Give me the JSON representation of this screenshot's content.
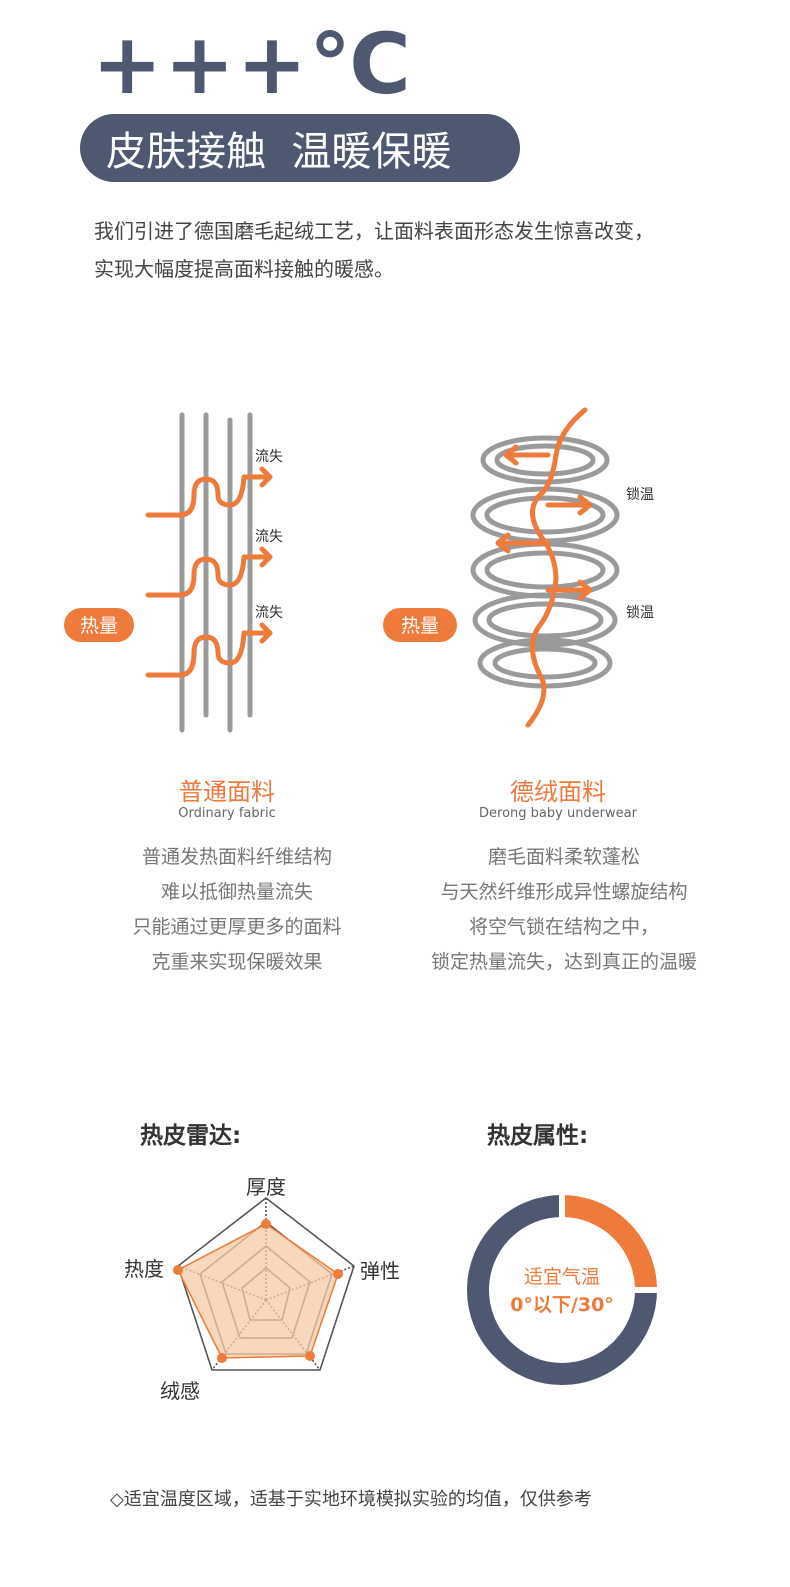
{
  "header": {
    "symbol": "+++℃",
    "title": "皮肤接触  温暖保暖"
  },
  "intro": {
    "line1": "我们引进了德国磨毛起绒工艺，让面料表面形态发生惊喜改变，",
    "line2": "实现大幅度提高面料接触的暖感。"
  },
  "left_diagram": {
    "heat_label": "热量",
    "loss_label_1": "流失",
    "loss_label_2": "流失",
    "loss_label_3": "流失"
  },
  "right_diagram": {
    "heat_label": "热量",
    "lock_label_1": "锁温",
    "lock_label_2": "锁温"
  },
  "fabrics": {
    "ordinary": {
      "title": "普通面料",
      "subtitle": "Ordinary fabric",
      "desc": [
        "普通发热面料纤维结构",
        "难以抵御热量流失",
        "只能通过更厚更多的面料",
        "克重来实现保暖效果"
      ]
    },
    "derong": {
      "title": "德绒面料",
      "subtitle": "Derong baby underwear",
      "desc": [
        "磨毛面料柔软蓬松",
        "与天然纤维形成异性螺旋结构",
        "将空气锁在结构之中，",
        "锁定热量流失，达到真正的温暖"
      ]
    }
  },
  "radar": {
    "title": "热皮雷达:",
    "axes": [
      "厚度",
      "弹性",
      "绒感",
      "热度"
    ],
    "colors": {
      "accent": "#ee7a3b",
      "fill": "#f6c9a7",
      "grid": "#555555"
    }
  },
  "attributes": {
    "title": "热皮属性:",
    "label_line1": "适宜气温",
    "label_line2": "0°以下/30°",
    "colors": {
      "accent": "#ee7a3b",
      "base": "#4e5870"
    }
  },
  "footnote": "◇适宜温度区域，适基于实地环境模拟实验的均值，仅供参考"
}
